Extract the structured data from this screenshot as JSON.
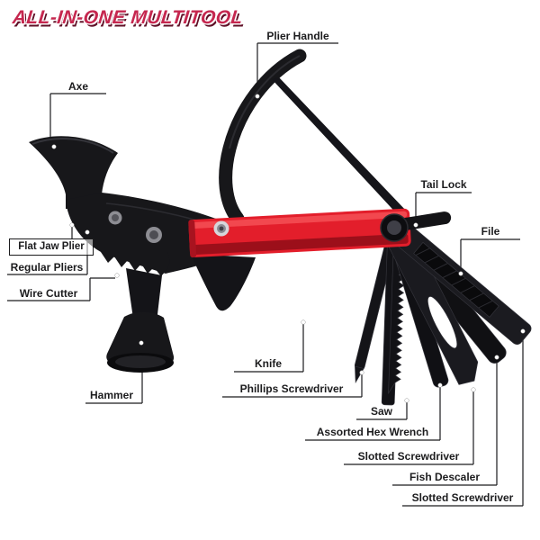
{
  "title": "ALL-IN-ONE MULTITOOL",
  "labels": {
    "plier_handle": "Plier Handle",
    "axe": "Axe",
    "flat_jaw_plier": "Flat Jaw Plier",
    "regular_pliers": "Regular Pliers",
    "wire_cutter": "Wire Cutter",
    "hammer": "Hammer",
    "tail_lock": "Tail Lock",
    "file": "File",
    "knife": "Knife",
    "phillips_screwdriver": "Phillips Screwdriver",
    "saw": "Saw",
    "assorted_hex_wrench": "Assorted Hex Wrench",
    "slotted_screwdriver_1": "Slotted Screwdriver",
    "fish_descaler": "Fish Descaler",
    "slotted_screwdriver_2": "Slotted Screwdriver"
  },
  "colors": {
    "title_red": "#c5274f",
    "title_shadow": "#5f0f26",
    "handle_red": "#e31e2b",
    "tool_black": "#17171a",
    "leader_line": "#1c1c1e",
    "background": "#ffffff"
  }
}
